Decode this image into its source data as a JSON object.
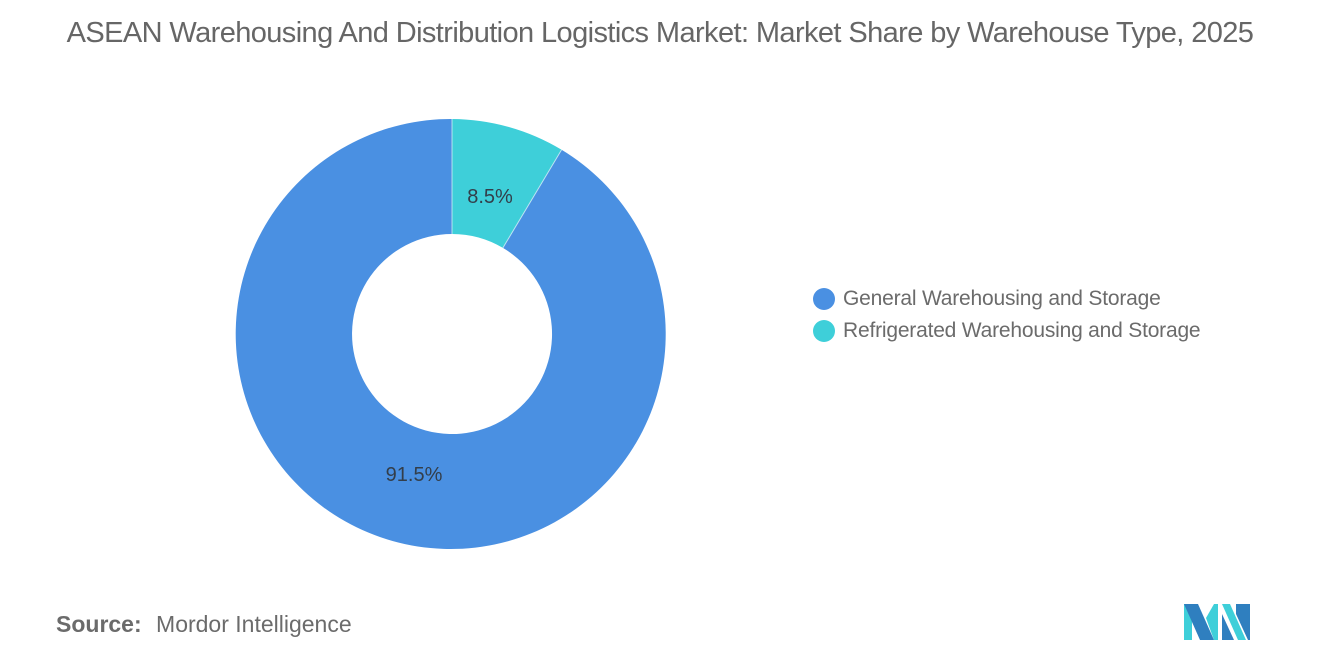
{
  "title": "ASEAN Warehousing And Distribution Logistics Market: Market Share by Warehouse Type, 2025",
  "chart_data": {
    "type": "pie",
    "subtype": "donut",
    "title": "ASEAN Warehousing And Distribution Logistics Market: Market Share by Warehouse Type, 2025",
    "categories": [
      "Refrigerated Warehousing and Storage",
      "General Warehousing and Storage"
    ],
    "values": [
      8.5,
      91.5
    ],
    "unit": "%",
    "data_labels": [
      "8.5%",
      "91.5%"
    ],
    "colors": [
      "#3ecfd9",
      "#4a90e2"
    ],
    "legend_position": "right",
    "legend": [
      {
        "label": "General Warehousing and Storage",
        "color": "#4a90e2"
      },
      {
        "label": "Refrigerated Warehousing and Storage",
        "color": "#3ecfd9"
      }
    ]
  },
  "labels": {
    "refrigerated": "8.5%",
    "general": "91.5%"
  },
  "legend": {
    "items": [
      {
        "label": "General Warehousing and Storage",
        "color": "#4a90e2"
      },
      {
        "label": "Refrigerated Warehousing and Storage",
        "color": "#3ecfd9"
      }
    ]
  },
  "source": {
    "label": "Source:",
    "value": "Mordor Intelligence"
  },
  "logo": {
    "icon": "mordor-intelligence-logo",
    "colors": [
      "#2f7fbf",
      "#3ecfd9"
    ]
  }
}
